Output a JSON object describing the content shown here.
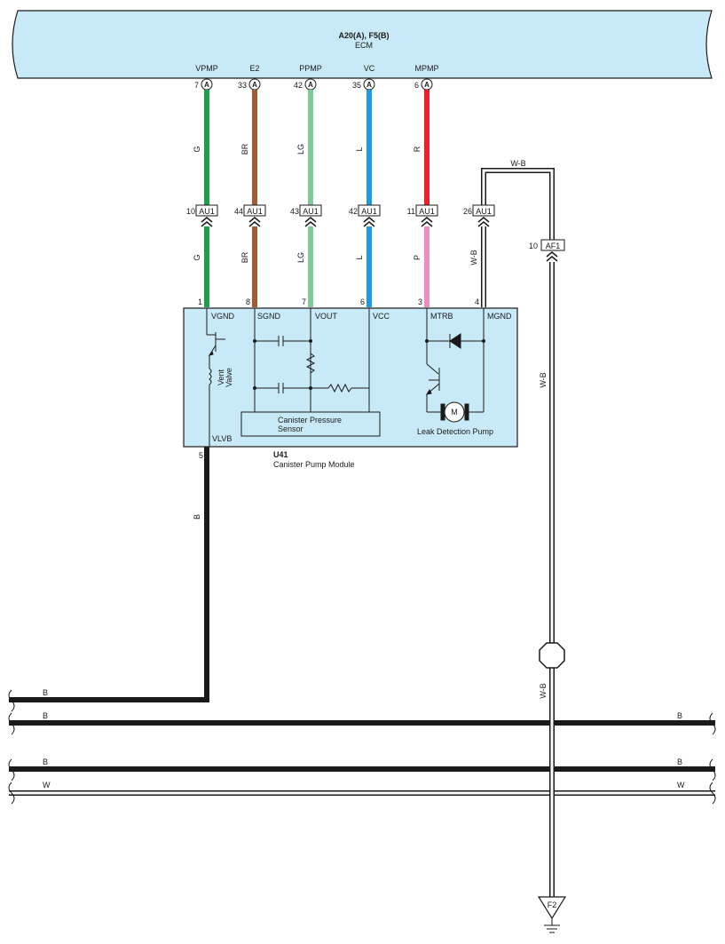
{
  "ecm": {
    "code": "A20(A), F5(B)",
    "name": "ECM",
    "fill": "#c8e9f8",
    "pins": [
      {
        "name": "VPMP",
        "num": "7",
        "conn": "A"
      },
      {
        "name": "E2",
        "num": "33",
        "conn": "A"
      },
      {
        "name": "PPMP",
        "num": "42",
        "conn": "A"
      },
      {
        "name": "VC",
        "num": "35",
        "conn": "A"
      },
      {
        "name": "MPMP",
        "num": "6",
        "conn": "A"
      }
    ]
  },
  "wires_upper": [
    {
      "color_label": "G",
      "color": "#1e9d4b"
    },
    {
      "color_label": "BR",
      "color": "#a35a37"
    },
    {
      "color_label": "LG",
      "color": "#7ecb9a"
    },
    {
      "color_label": "L",
      "color": "#1f9ae0"
    },
    {
      "color_label": "R",
      "color": "#e8202a"
    }
  ],
  "junction": {
    "name": "AU1",
    "pins": [
      "10",
      "44",
      "43",
      "42",
      "11",
      "26"
    ]
  },
  "wires_lower": [
    {
      "color_label": "G",
      "color": "#1e9d4b"
    },
    {
      "color_label": "BR",
      "color": "#a35a37"
    },
    {
      "color_label": "LG",
      "color": "#7ecb9a"
    },
    {
      "color_label": "L",
      "color": "#1f9ae0"
    },
    {
      "color_label": "P",
      "color": "#f08cbe"
    },
    {
      "color_label": "W-B",
      "color": "#ffffff"
    }
  ],
  "mgnd_top_label": "W-B",
  "af1": {
    "name": "AF1",
    "pin": "10",
    "wire_label": "W-B"
  },
  "module": {
    "code": "U41",
    "name": "Canister Pump Module",
    "fill": "#c8e9f8",
    "pin_numbers": [
      "1",
      "8",
      "7",
      "6",
      "3",
      "4"
    ],
    "terminals": [
      "VGND",
      "SGND",
      "VOUT",
      "VCC",
      "MTRB",
      "MGND"
    ],
    "vlvb_pin": "5",
    "vlvb_label": "VLVB",
    "vent_valve": "Vent Valve",
    "sensor_line1": "Canister Pressure",
    "sensor_line2": "Sensor",
    "pump_label": "Leak Detection Pump",
    "motor": "M"
  },
  "vlvb_wire": {
    "color_label": "B",
    "color": "#1a1a1a"
  },
  "ground_wire_label": "W-B",
  "ground_wire_label2": "W-B",
  "ground": {
    "name": "F2"
  },
  "bus_lines": [
    {
      "label_left": "B",
      "label_right": ""
    },
    {
      "label_left": "B",
      "label_right": "B"
    },
    {
      "label_left": "B",
      "label_right": "B"
    },
    {
      "label_left": "W",
      "label_right": "W"
    }
  ]
}
